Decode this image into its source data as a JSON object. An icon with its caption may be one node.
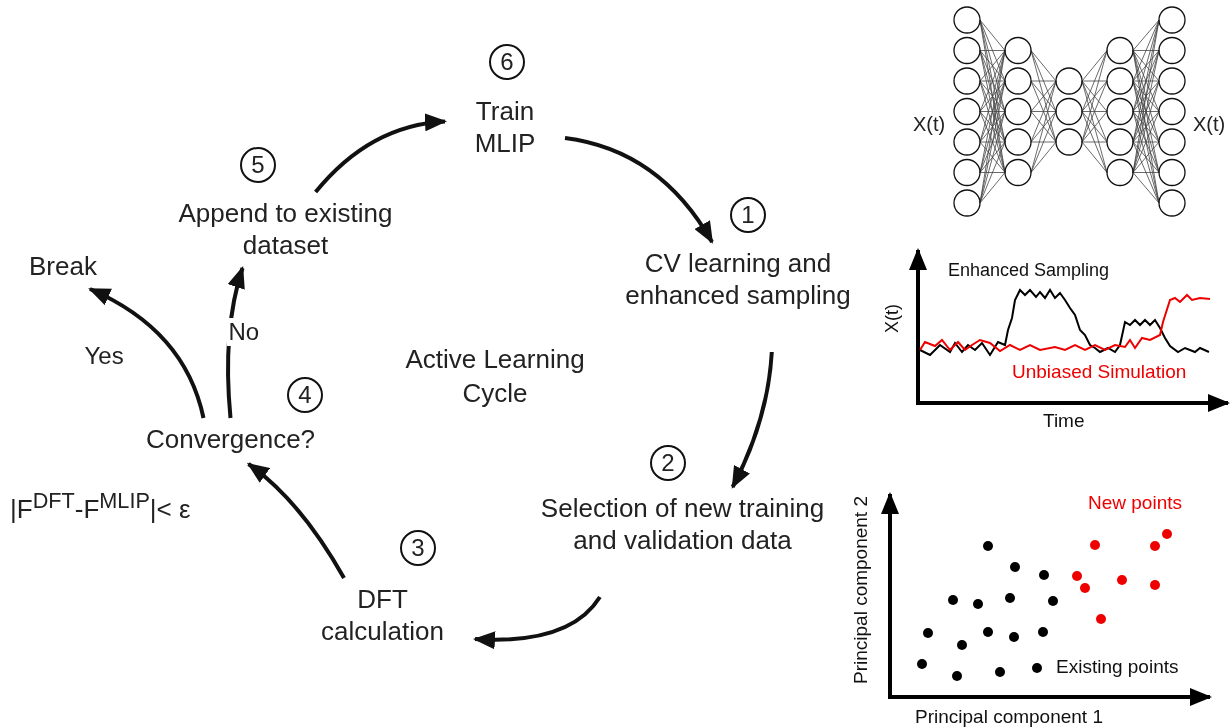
{
  "diagram": {
    "nodes": [
      {
        "text": [
          "Train MLIP"
        ],
        "beside": [
          "6"
        ]
      },
      {
        "text": [
          "CV learning and enhanced sampling"
        ],
        "beside": [
          "1"
        ]
      },
      {
        "text": [
          "Selection of new training and validation data"
        ],
        "beside": [
          "2"
        ]
      },
      {
        "text": [
          "DFT calculation"
        ],
        "beside": [
          "3"
        ]
      },
      {
        "text": [
          "Convergence?"
        ],
        "beside": [
          "4"
        ]
      },
      {
        "text": [
          "Append to existing dataset"
        ],
        "beside": [
          "5"
        ]
      },
      {
        "text": [
          "Break"
        ]
      }
    ],
    "edges": [
      {
        "from": 5,
        "to": 0,
        "arrow": "to"
      },
      {
        "from": 0,
        "to": 1,
        "arrow": "to"
      },
      {
        "from": 1,
        "to": 2,
        "arrow": "to"
      },
      {
        "from": 2,
        "to": 3,
        "arrow": "to"
      },
      {
        "from": 3,
        "to": 4,
        "arrow": "to"
      },
      {
        "from": 4,
        "to": 5,
        "arrow": "to",
        "label": "No"
      },
      {
        "from": 4,
        "to": 6,
        "arrow": "to",
        "label": "Yes"
      }
    ],
    "labels": [
      "X(t)",
      "X(t)",
      "Enhanced Sampling",
      "X(t)",
      "Active Learning Cycle",
      "Unbiased Simulation",
      "Time",
      "|F$^{DFT}$-F$^{MLIP}$|< ε",
      "New points",
      "Principal component 2",
      "Existing points",
      "Principal component 1"
    ]
  }
}
